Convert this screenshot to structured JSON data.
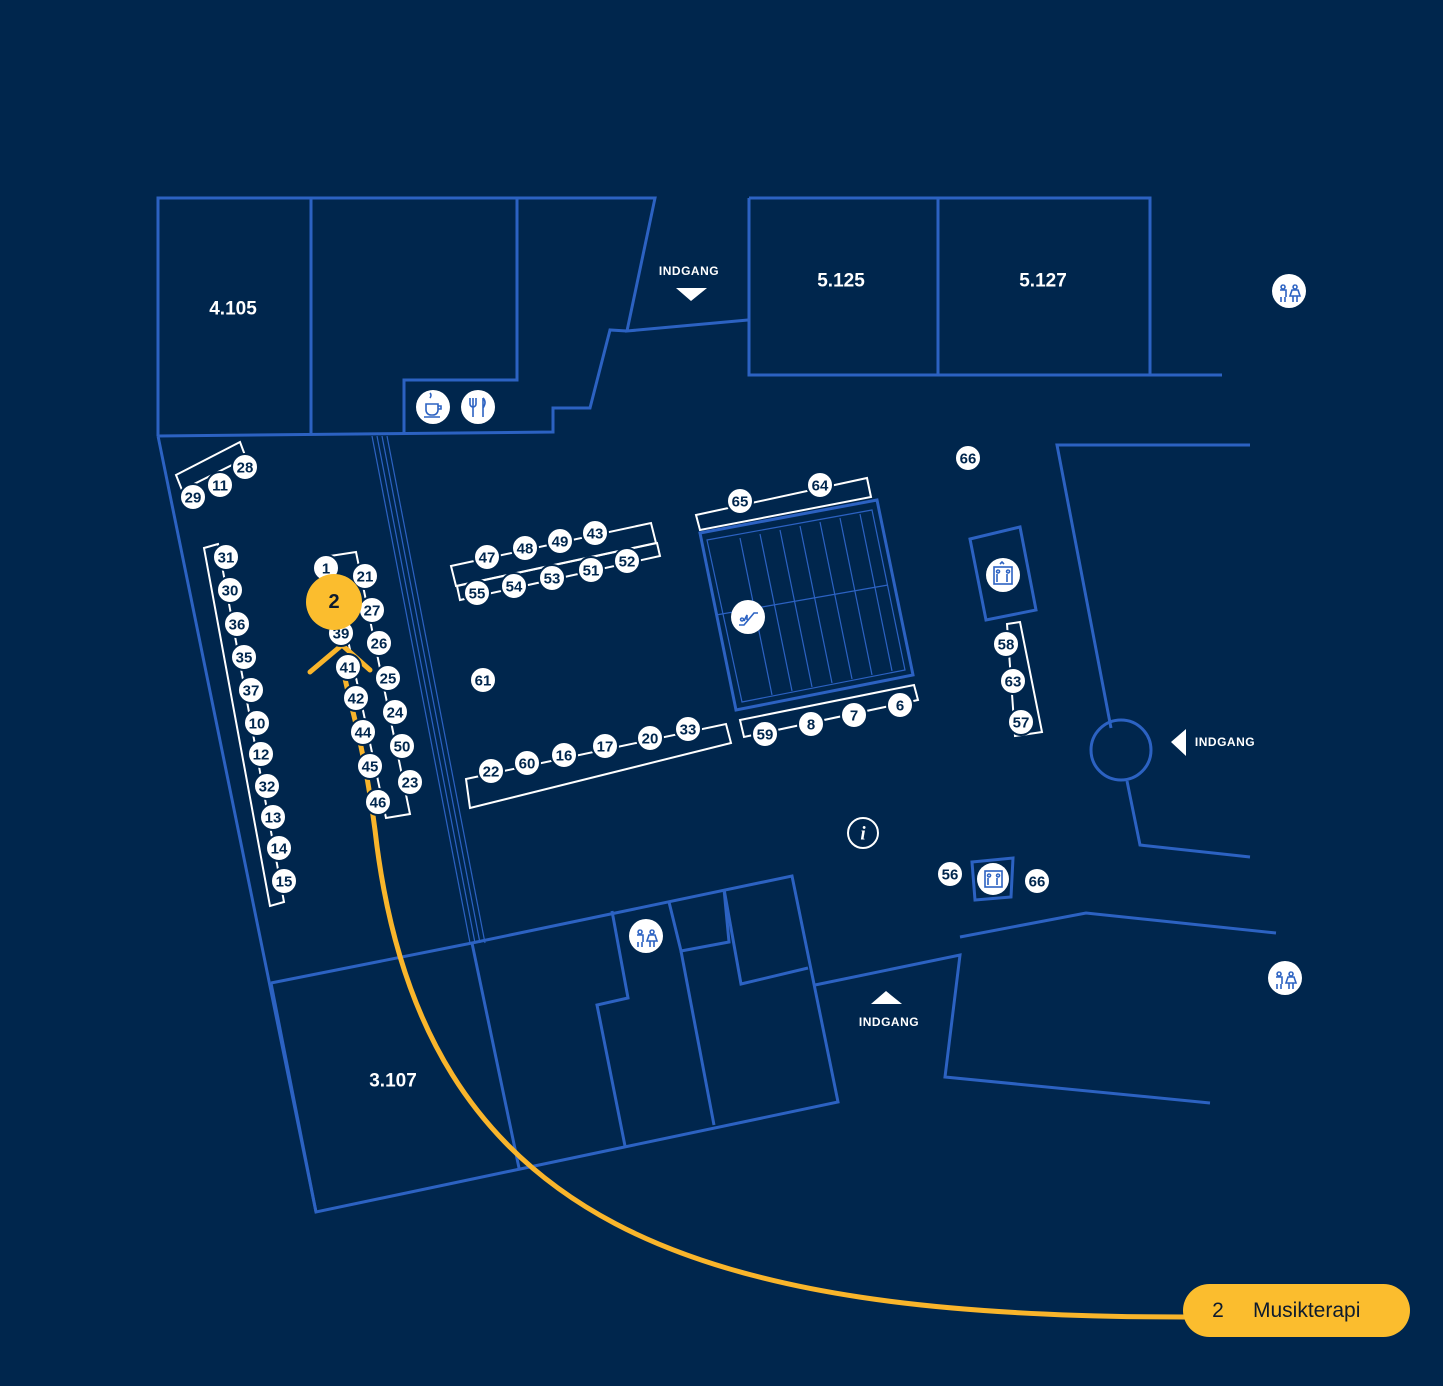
{
  "rooms": {
    "r4105": "4.105",
    "r5125": "5.125",
    "r5127": "5.127",
    "r3107": "3.107"
  },
  "entrances": {
    "top": "INDGANG",
    "right": "INDGANG",
    "bottom": "INDGANG"
  },
  "highlight": {
    "number": "2",
    "label": "Musikterapi",
    "color": "#f9b52b"
  },
  "booths": [
    "1",
    "21",
    "27",
    "39",
    "26",
    "41",
    "25",
    "42",
    "24",
    "44",
    "50",
    "45",
    "23",
    "46",
    "31",
    "30",
    "36",
    "35",
    "37",
    "10",
    "12",
    "32",
    "13",
    "14",
    "15",
    "29",
    "11",
    "28",
    "47",
    "48",
    "49",
    "43",
    "55",
    "54",
    "53",
    "51",
    "52",
    "61",
    "22",
    "60",
    "16",
    "17",
    "20",
    "33",
    "65",
    "64",
    "59",
    "8",
    "7",
    "6",
    "66",
    "58",
    "63",
    "57",
    "56",
    "66"
  ],
  "facilities": [
    "coffee-icon",
    "restaurant-icon",
    "toilet-icon",
    "escalator-icon",
    "elevator-icon",
    "info-icon"
  ],
  "colors": {
    "background": "#00264d",
    "walls": "#2c62c2",
    "accent": "#fbbd2e"
  }
}
